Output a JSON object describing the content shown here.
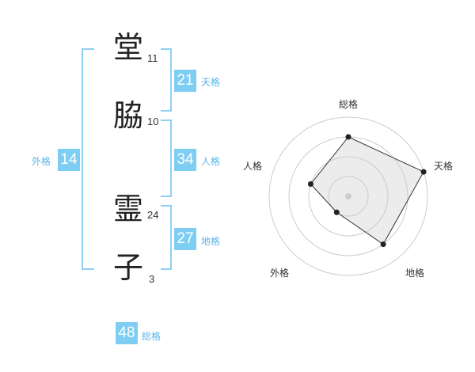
{
  "name": {
    "chars": [
      {
        "char": "堂",
        "strokes": "11"
      },
      {
        "char": "脇",
        "strokes": "10"
      },
      {
        "char": "霊",
        "strokes": "24"
      },
      {
        "char": "子",
        "strokes": "3"
      }
    ]
  },
  "fortune": {
    "tenkaku": {
      "value": "21",
      "label": "天格"
    },
    "jinkaku": {
      "value": "34",
      "label": "人格"
    },
    "chikaku": {
      "value": "27",
      "label": "地格"
    },
    "gaikaku": {
      "value": "14",
      "label": "外格"
    },
    "soukaku": {
      "value": "48",
      "label": "総格"
    }
  },
  "colors": {
    "accent": "#7ecef4",
    "bracket": "#8fd0f5",
    "label": "#5bb5e8"
  },
  "chart_data": {
    "type": "radar",
    "axes": [
      "総格",
      "天格",
      "地格",
      "外格",
      "人格"
    ],
    "rings": 4,
    "values": [
      3,
      4,
      3,
      1,
      2
    ],
    "max": 4,
    "grid": true
  }
}
